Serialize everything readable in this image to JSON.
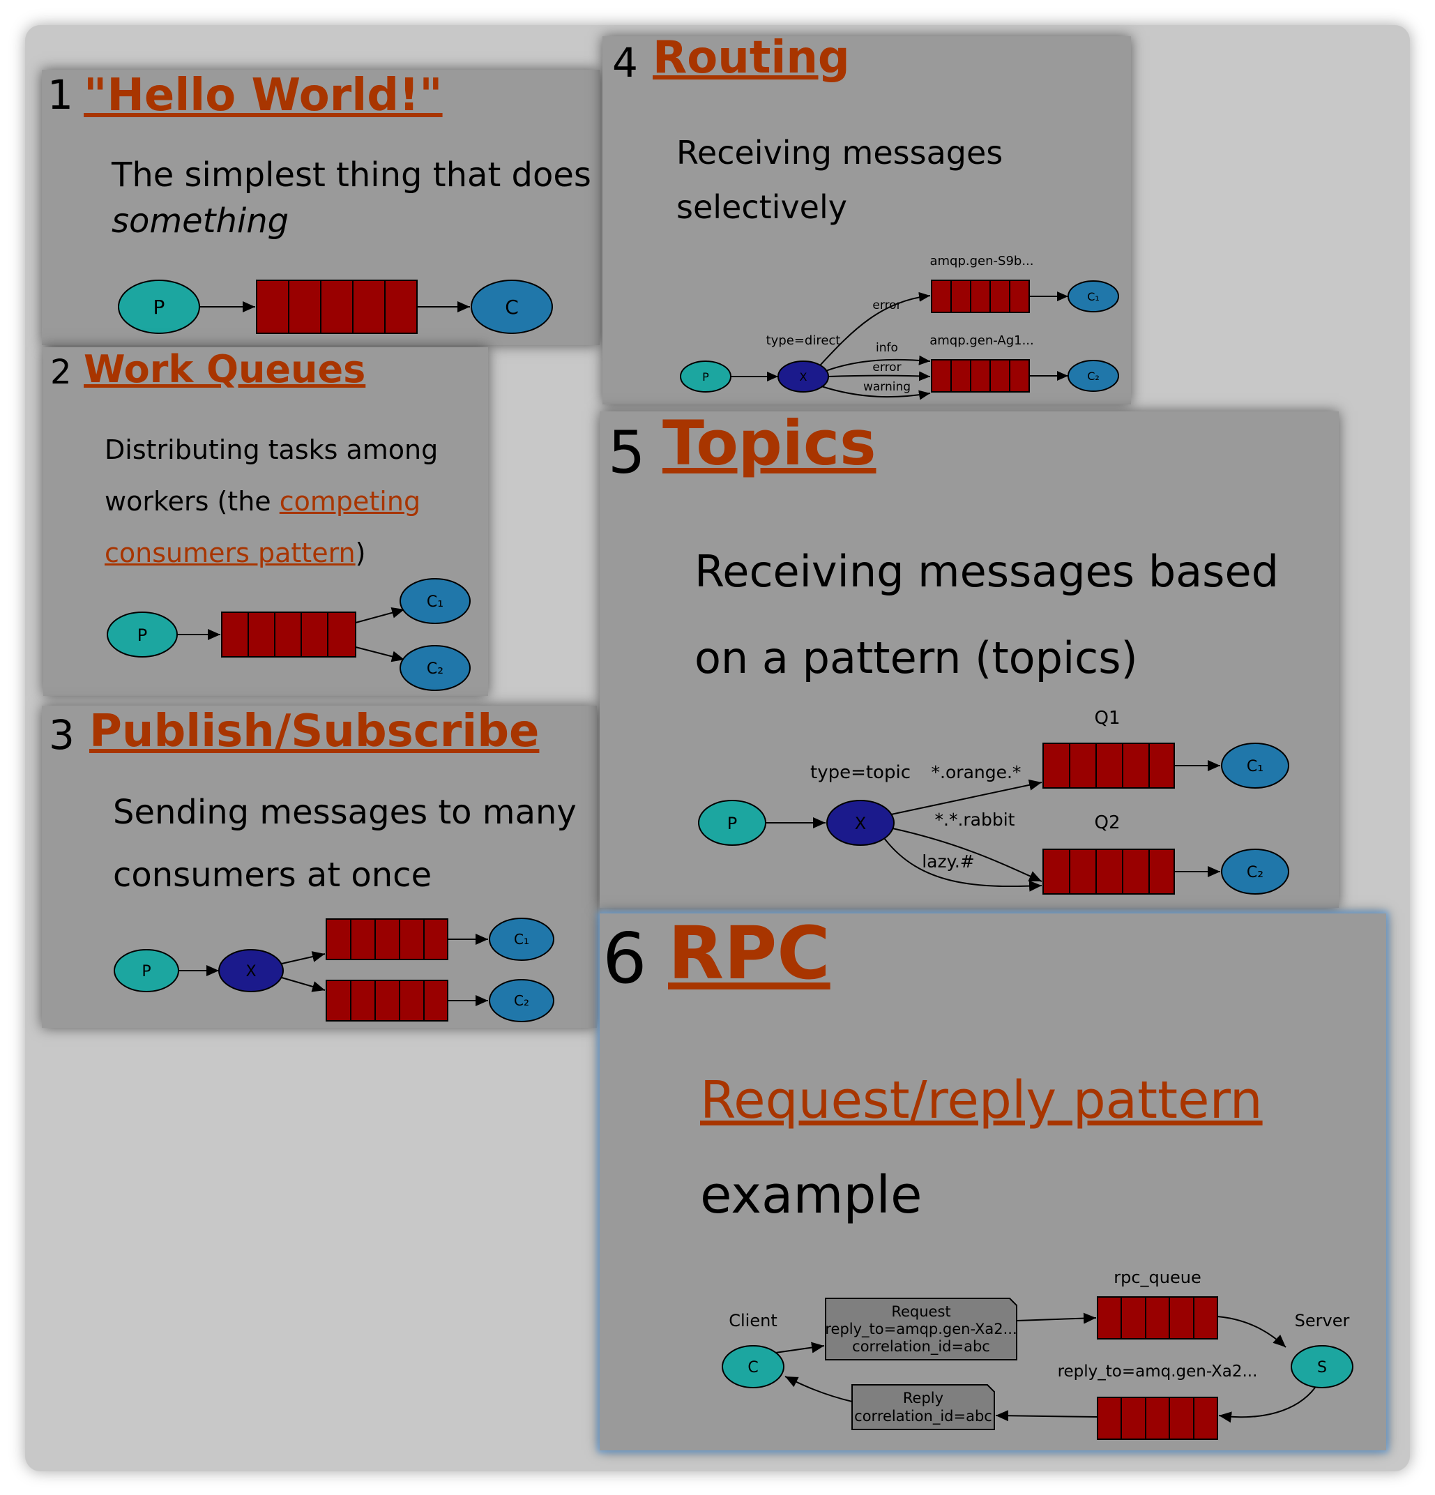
{
  "tutorials": [
    {
      "num": "1",
      "title": "\"Hello World!\"",
      "desc_line1": "The simplest thing that does",
      "desc_line2": "something",
      "diagram": {
        "producer": "P",
        "consumer": "C"
      }
    },
    {
      "num": "2",
      "title": "Work Queues",
      "desc_line1": "Distributing tasks among",
      "desc_line2_plain": "workers (the ",
      "desc_link_a": "competing",
      "desc_link_b": "consumers pattern",
      "desc_close": ")",
      "diagram": {
        "producer": "P",
        "consumers": [
          "C₁",
          "C₂"
        ]
      }
    },
    {
      "num": "3",
      "title": "Publish/Subscribe",
      "desc_line1": "Sending messages to many",
      "desc_line2": "consumers at once",
      "diagram": {
        "producer": "P",
        "exchange": "X",
        "consumers": [
          "C₁",
          "C₂"
        ]
      }
    },
    {
      "num": "4",
      "title": "Routing",
      "desc_line1": "Receiving messages",
      "desc_line2": "selectively",
      "diagram": {
        "producer": "P",
        "exchange": "X",
        "exchange_type": "type=direct",
        "queue1": "amqp.gen-S9b...",
        "queue2": "amqp.gen-Ag1...",
        "bind_error1": "error",
        "bind_info": "info",
        "bind_error2": "error",
        "bind_warning": "warning",
        "consumers": [
          "C₁",
          "C₂"
        ]
      }
    },
    {
      "num": "5",
      "title": "Topics",
      "desc_line1": "Receiving messages based",
      "desc_line2": "on a pattern (topics)",
      "diagram": {
        "producer": "P",
        "exchange": "X",
        "exchange_type": "type=topic",
        "queue1": "Q1",
        "queue2": "Q2",
        "bind_orange": "*.orange.*",
        "bind_rabbit": "*.*.rabbit",
        "bind_lazy": "lazy.#",
        "consumers": [
          "C₁",
          "C₂"
        ]
      }
    },
    {
      "num": "6",
      "title": "RPC",
      "desc_link": "Request/reply pattern",
      "desc_line2": "example",
      "diagram": {
        "client_label": "Client",
        "client": "C",
        "server_label": "Server",
        "server": "S",
        "queue_label": "rpc_queue",
        "reply_queue_label": "reply_to=amq.gen-Xa2...",
        "request_lines": [
          "Request",
          "reply_to=amqp.gen-Xa2...",
          "correlation_id=abc"
        ],
        "reply_lines": [
          "Reply",
          "correlation_id=abc"
        ]
      }
    }
  ],
  "colors": {
    "title": "#a83500",
    "queue": "#990000",
    "producer": "#1ca6a0",
    "consumer": "#2077aa",
    "exchange": "#1b1a8c",
    "card": "#9a9a9a",
    "background": "#c8c8c8"
  }
}
